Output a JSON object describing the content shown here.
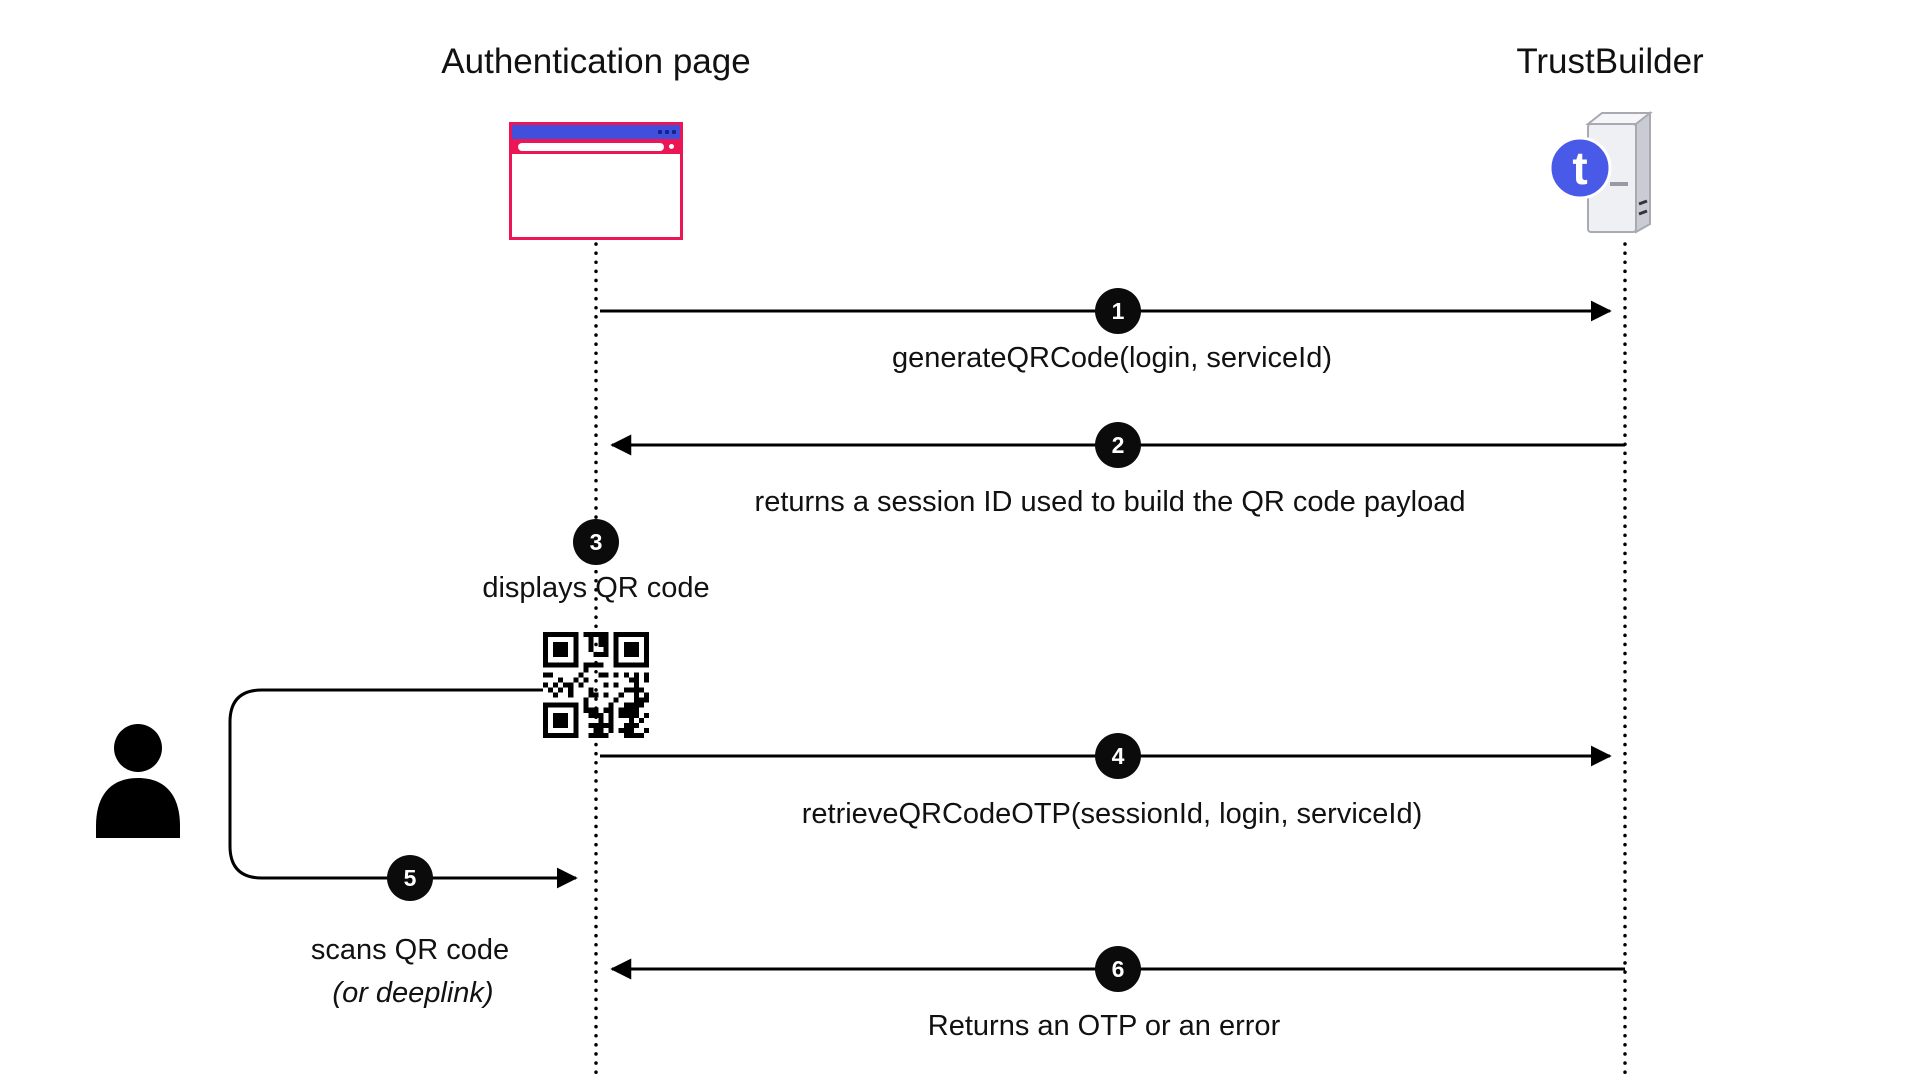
{
  "colors": {
    "badge_bg": "#0b0b0b",
    "badge_text": "#ffffff",
    "browser_border": "#ec1555",
    "browser_titlebar": "#4050dd",
    "trustbuilder_blue": "#4a5ae8"
  },
  "actors": {
    "left": {
      "title": "Authentication page"
    },
    "right": {
      "title": "TrustBuilder",
      "logo_letter": "t"
    }
  },
  "steps": {
    "s1": {
      "num": "1",
      "label": "generateQRCode(login, serviceId)"
    },
    "s2": {
      "num": "2",
      "label": "returns a session ID used to build the QR code payload"
    },
    "s3": {
      "num": "3",
      "label": "displays QR code"
    },
    "s4": {
      "num": "4",
      "label": "retrieveQRCodeOTP(sessionId, login, serviceId)"
    },
    "s5": {
      "num": "5",
      "label": "scans QR code",
      "sublabel": "(or deeplink)"
    },
    "s6": {
      "num": "6",
      "label": "Returns an OTP or an error"
    }
  }
}
